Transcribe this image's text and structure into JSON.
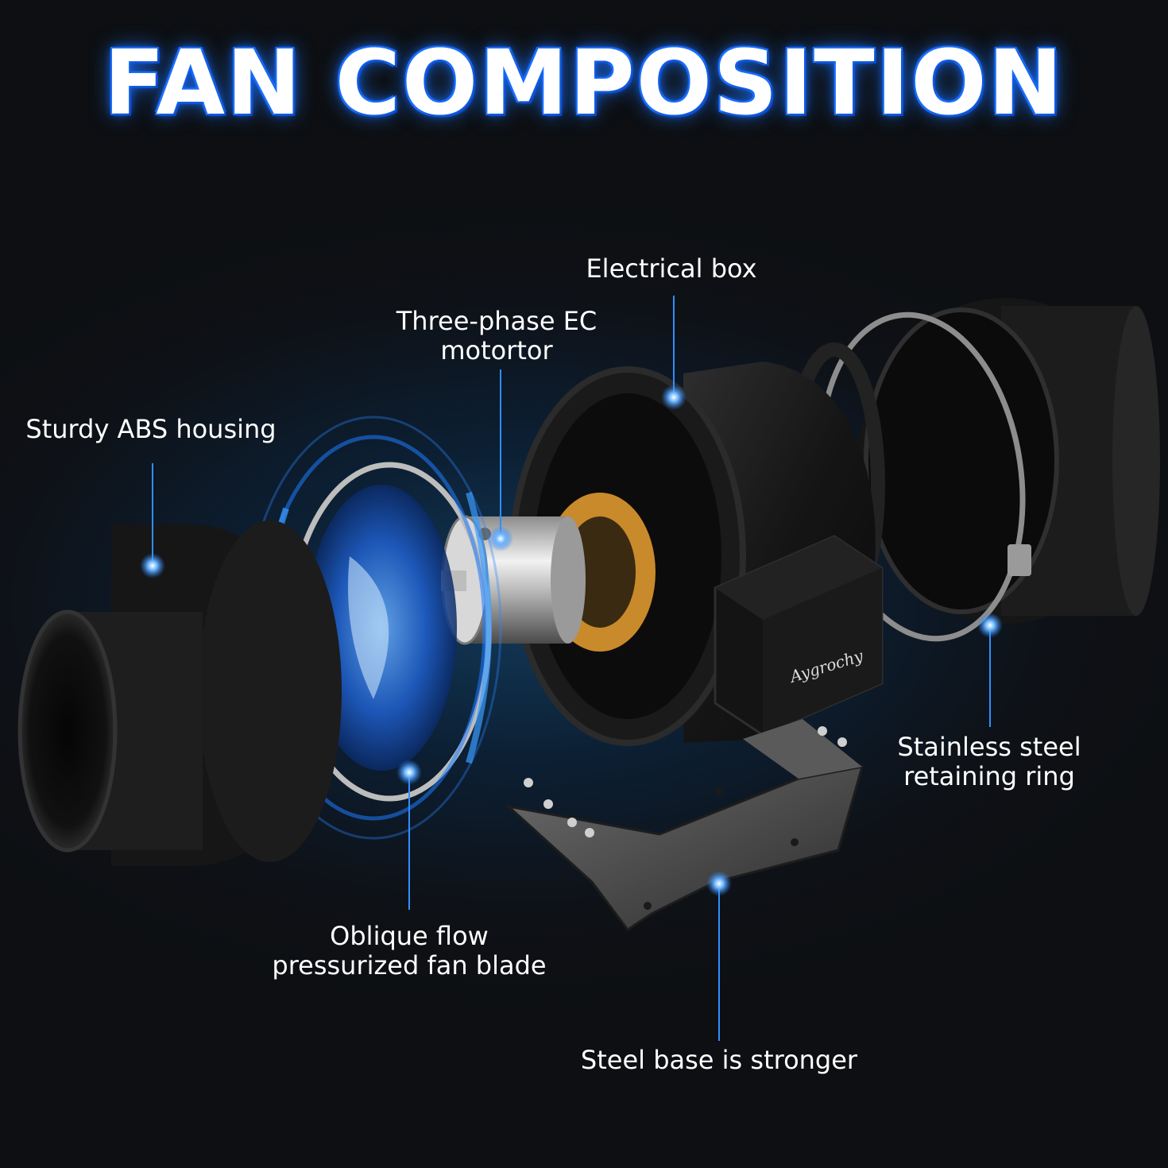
{
  "title": "FAN COMPOSITION",
  "brand": "Aygrochy",
  "accent_color": "#1e7bff",
  "labels": {
    "electrical_box": "Electrical box",
    "motor_line1": "Three-phase EC",
    "motor_line2": "motortor",
    "housing": "Sturdy ABS housing",
    "ring_line1": "Stainless steel",
    "ring_line2": "retaining ring",
    "blade_line1": "Oblique flow",
    "blade_line2": "pressurized fan blade",
    "base": "Steel base is stronger"
  }
}
